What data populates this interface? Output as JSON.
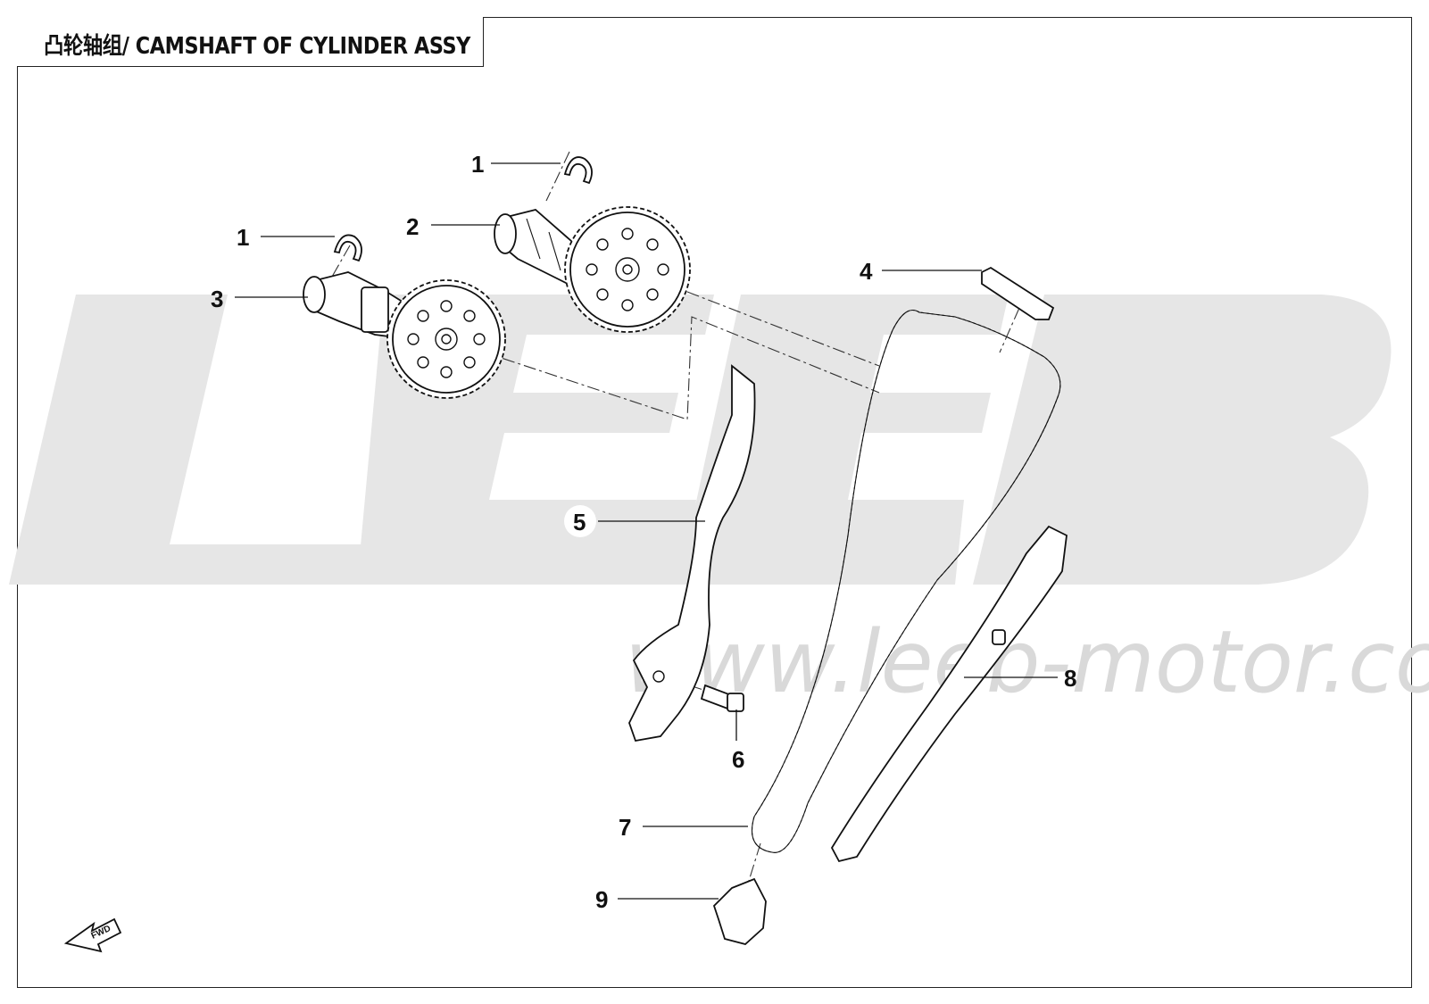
{
  "title": "凸轮轴组/ CAMSHAFT OF CYLINDER ASSY",
  "watermark": {
    "logo_text": "LEEB",
    "url": "www.leeb-motor.com"
  },
  "callouts": [
    {
      "id": "c1a",
      "label": "1",
      "part": "circlip"
    },
    {
      "id": "c1b",
      "label": "1",
      "part": "circlip"
    },
    {
      "id": "c2",
      "label": "2",
      "part": "camshaft-exhaust"
    },
    {
      "id": "c3",
      "label": "3",
      "part": "camshaft-intake"
    },
    {
      "id": "c4",
      "label": "4",
      "part": "chain-guide-top"
    },
    {
      "id": "c5",
      "label": "5",
      "part": "chain-tensioner-arm"
    },
    {
      "id": "c6",
      "label": "6",
      "part": "pivot-bolt"
    },
    {
      "id": "c7",
      "label": "7",
      "part": "timing-chain"
    },
    {
      "id": "c8",
      "label": "8",
      "part": "chain-guide"
    },
    {
      "id": "c9",
      "label": "9",
      "part": "crank-sprocket"
    }
  ],
  "fwd_arrow": {
    "label": "FWD"
  }
}
